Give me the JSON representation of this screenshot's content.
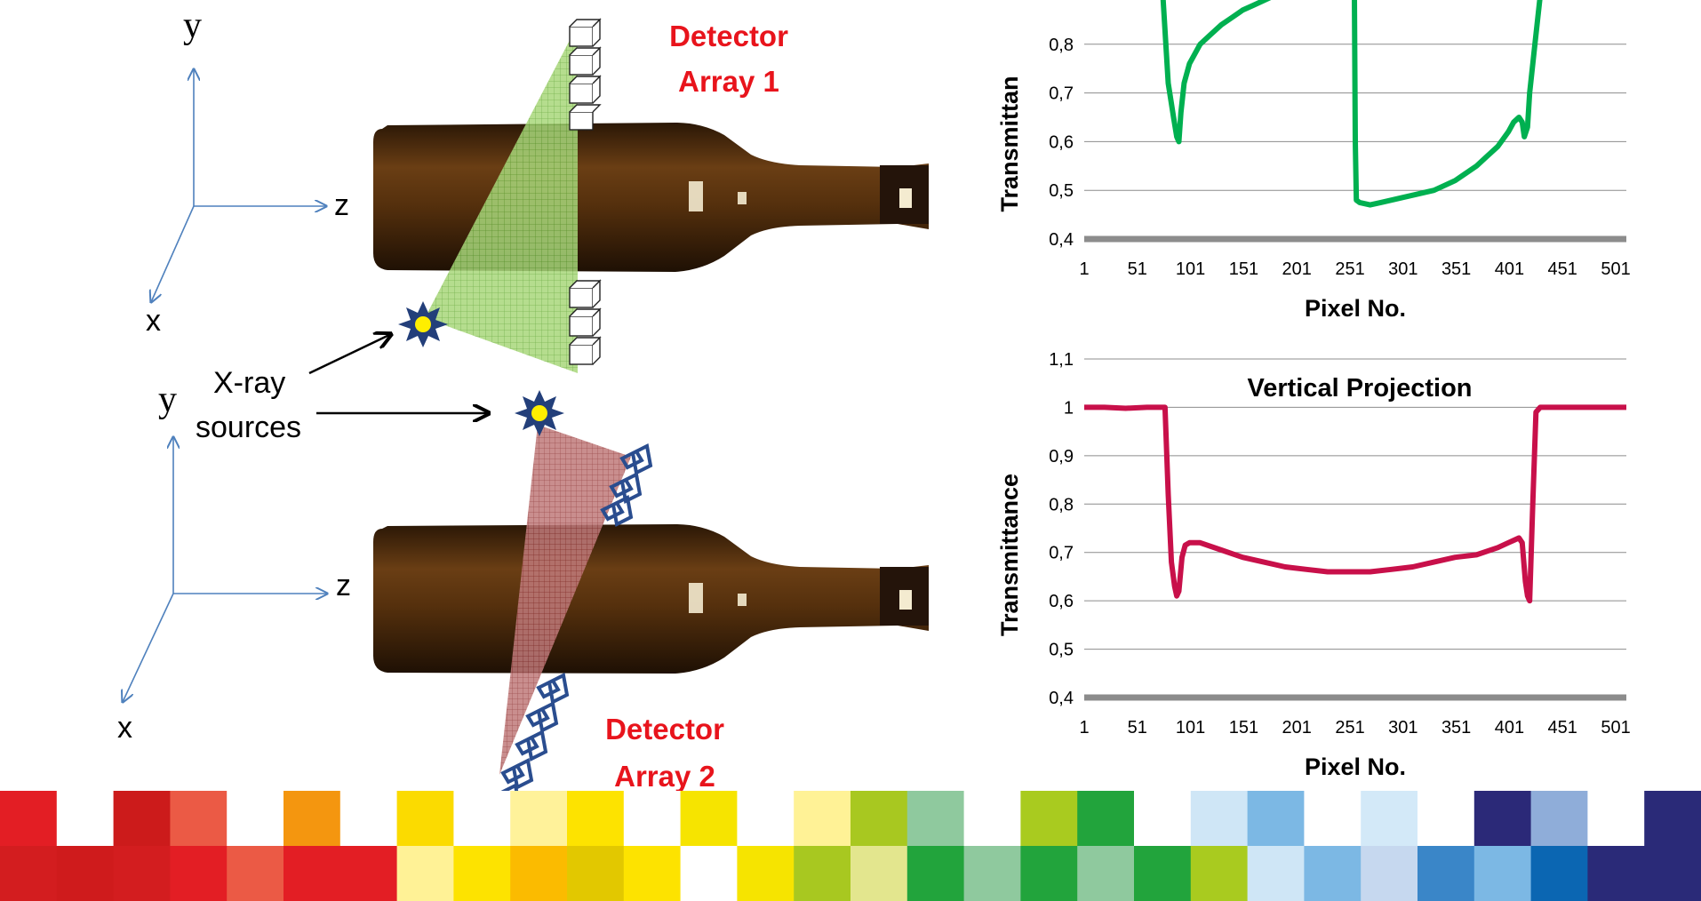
{
  "diagram": {
    "axis_labels": {
      "y": "y",
      "z": "z",
      "x": "x"
    },
    "detector_array_1": [
      "Detector",
      "Array 1"
    ],
    "detector_array_2": [
      "Detector",
      "Array 2"
    ],
    "xray_label": [
      "X-ray",
      "sources"
    ],
    "colors": {
      "bottle": "#4a2a0c",
      "beam_green": "#7fc241",
      "beam_red": "#a44a4a",
      "detector_label": "#e8141c",
      "axis": "#4f81bd",
      "source_star": "#233f7a",
      "source_core": "#ffee00"
    }
  },
  "chart_data": [
    {
      "type": "line",
      "title": "",
      "xlabel": "Pixel No.",
      "ylabel": "Transmittan",
      "x_ticks": [
        "1",
        "51",
        "101",
        "151",
        "201",
        "251",
        "301",
        "351",
        "401",
        "451",
        "501"
      ],
      "y_ticks": [
        "0,4",
        "0,5",
        "0,6",
        "0,7",
        "0,8"
      ],
      "xlim": [
        1,
        511
      ],
      "ylim": [
        0.4,
        0.9
      ],
      "color": "#00b050",
      "series": [
        {
          "x": [
            1,
            70,
            75,
            80,
            85,
            88,
            90,
            92,
            95,
            100,
            110,
            120,
            130,
            140,
            150,
            160,
            170,
            180,
            200,
            230,
            255,
            256,
            257,
            260,
            270,
            280,
            290,
            300,
            310,
            320,
            330,
            340,
            350,
            360,
            370,
            380,
            390,
            400,
            405,
            410,
            413,
            415,
            418,
            420,
            425,
            430,
            440,
            511
          ],
          "y": [
            1.0,
            1.0,
            0.9,
            0.72,
            0.65,
            0.61,
            0.6,
            0.66,
            0.72,
            0.76,
            0.8,
            0.82,
            0.84,
            0.855,
            0.87,
            0.88,
            0.89,
            0.9,
            0.92,
            0.94,
            0.96,
            0.6,
            0.48,
            0.475,
            0.47,
            0.475,
            0.48,
            0.485,
            0.49,
            0.495,
            0.5,
            0.51,
            0.52,
            0.535,
            0.55,
            0.57,
            0.59,
            0.62,
            0.64,
            0.65,
            0.64,
            0.61,
            0.63,
            0.7,
            0.8,
            0.9,
            1.0,
            1.0
          ]
        }
      ]
    },
    {
      "type": "line",
      "title": "Vertical Projection",
      "xlabel": "Pixel No.",
      "ylabel": "Transmittance",
      "x_ticks": [
        "1",
        "51",
        "101",
        "151",
        "201",
        "251",
        "301",
        "351",
        "401",
        "451",
        "501"
      ],
      "y_ticks": [
        "0,4",
        "0,5",
        "0,6",
        "0,7",
        "0,8",
        "0,9",
        "1",
        "1,1"
      ],
      "xlim": [
        1,
        511
      ],
      "ylim": [
        0.4,
        1.1
      ],
      "color": "#c8104a",
      "series": [
        {
          "x": [
            1,
            20,
            40,
            60,
            77,
            80,
            83,
            86,
            88,
            90,
            93,
            96,
            100,
            110,
            130,
            150,
            170,
            190,
            210,
            230,
            250,
            270,
            290,
            310,
            330,
            350,
            370,
            390,
            400,
            405,
            410,
            413,
            416,
            418,
            420,
            423,
            426,
            430,
            450,
            480,
            511
          ],
          "y": [
            1.0,
            1.0,
            0.998,
            1.0,
            1.0,
            0.82,
            0.68,
            0.63,
            0.61,
            0.62,
            0.69,
            0.715,
            0.72,
            0.72,
            0.705,
            0.69,
            0.68,
            0.67,
            0.665,
            0.66,
            0.66,
            0.66,
            0.665,
            0.67,
            0.68,
            0.69,
            0.695,
            0.71,
            0.72,
            0.725,
            0.73,
            0.72,
            0.64,
            0.61,
            0.6,
            0.8,
            0.99,
            1.0,
            1.0,
            1.0,
            1.0
          ]
        }
      ]
    }
  ],
  "palette": {
    "top_row": [
      "#e31e24",
      "#ffffff",
      "#cc1b1b",
      "#eb5a45",
      "#ffffff",
      "#f4960f",
      "#ffffff",
      "#fbdb00",
      "#ffffff",
      "#fff29a",
      "#fde300",
      "#ffffff",
      "#f6e400",
      "#ffffff",
      "#fff296",
      "#a8c820",
      "#8fc99e",
      "#ffffff",
      "#a9cb1f",
      "#22a43c",
      "#ffffff",
      "#cfe6f6",
      "#7cb8e4",
      "#ffffff",
      "#d3e9f8",
      "#ffffff",
      "#2b2978",
      "#8fadd9",
      "#ffffff",
      "#2a2a78"
    ],
    "bottom_row": [
      "#d31d1f",
      "#cf1b1c",
      "#d31d1f",
      "#e31e24",
      "#eb5a45",
      "#e31e24",
      "#e31e24",
      "#fff296",
      "#fde300",
      "#fbbb00",
      "#e2c800",
      "#fde300",
      "#ffffff",
      "#f6e400",
      "#a8c820",
      "#e3e68e",
      "#22a43c",
      "#8fc99e",
      "#22a43c",
      "#8fc99e",
      "#22a43c",
      "#a9cb1f",
      "#cfe6f6",
      "#7cb8e4",
      "#c6d8ef",
      "#3a86c8",
      "#7cb8e4",
      "#0b66b2",
      "#2a2a78",
      "#2a2a78"
    ]
  }
}
